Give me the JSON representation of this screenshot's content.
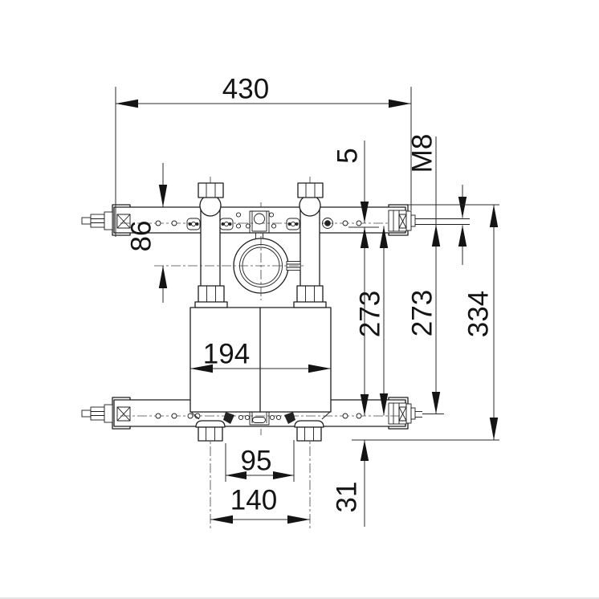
{
  "drawing": {
    "labels": {
      "width_overall": "430",
      "edge_offset": "5",
      "thread_size": "M8",
      "rail_to_axis": "86",
      "axis_spacing_a": "273",
      "axis_spacing_b": "273",
      "height_overall": "334",
      "body_width": "194",
      "port_spacing": "95",
      "tube_spacing": "140",
      "front_offset": "31"
    }
  }
}
